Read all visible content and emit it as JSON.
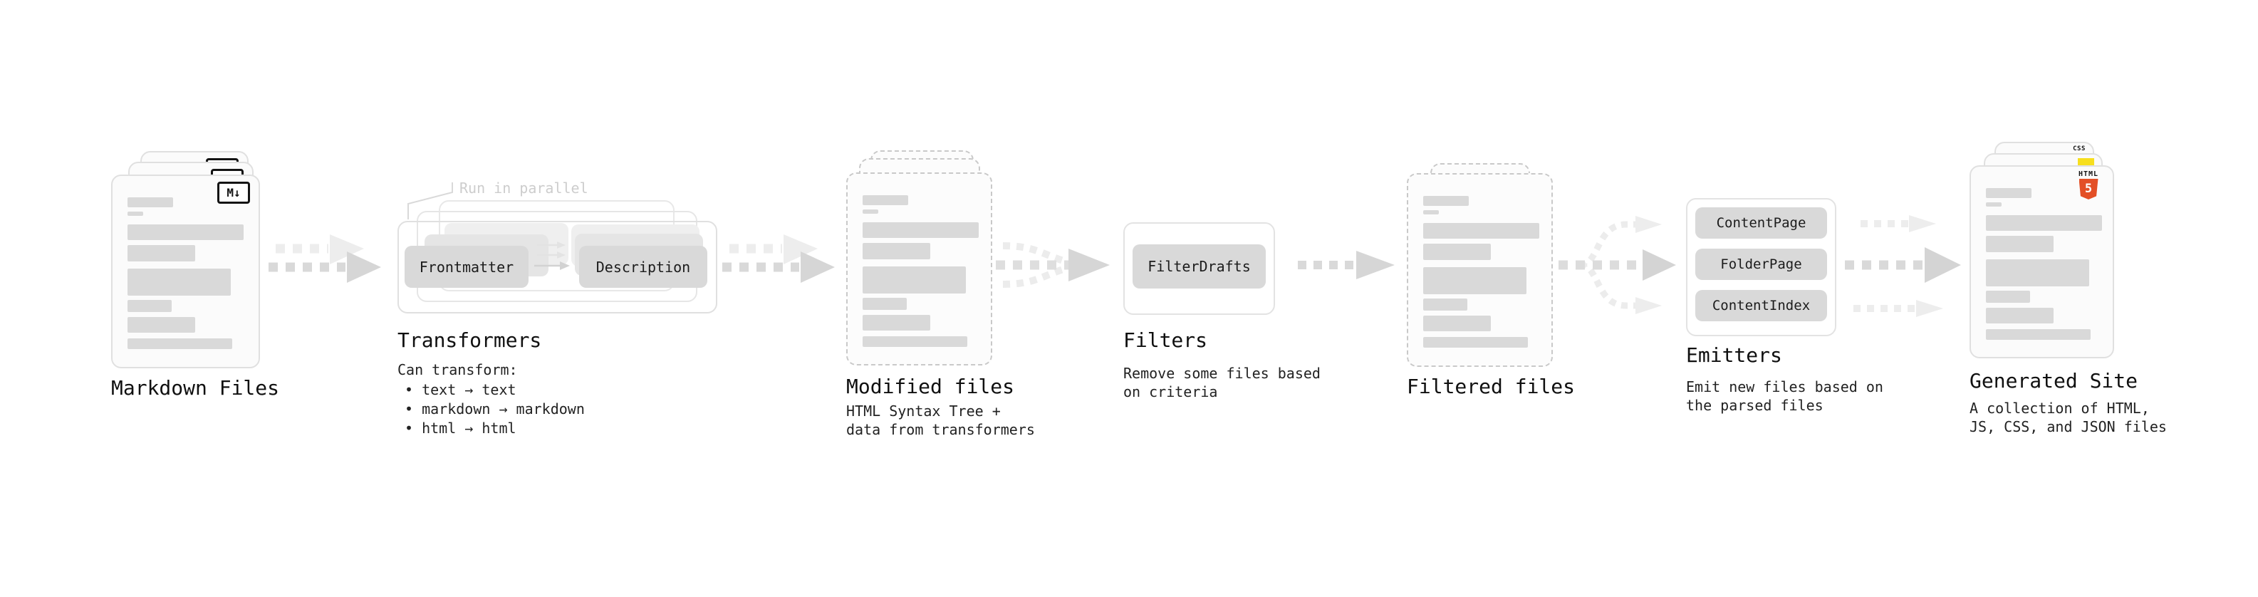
{
  "stages": {
    "markdown": {
      "title": "Markdown Files",
      "badge": "M↓"
    },
    "transformers": {
      "title": "Transformers",
      "callout": "Run in parallel",
      "box_left": "Frontmatter",
      "box_right": "Description",
      "desc_heading": "Can transform:",
      "bullets": [
        "• text → text",
        "• markdown → markdown",
        "• html → html"
      ]
    },
    "modified": {
      "title": "Modified files",
      "desc_line1": "HTML Syntax Tree +",
      "desc_line2": "data from transformers"
    },
    "filters": {
      "title": "Filters",
      "box": "FilterDrafts",
      "desc_line1": "Remove some files based",
      "desc_line2": "on criteria"
    },
    "filtered": {
      "title": "Filtered files"
    },
    "emitters": {
      "title": "Emitters",
      "boxes": [
        "ContentPage",
        "FolderPage",
        "ContentIndex"
      ],
      "desc_line1": "Emit new files based on",
      "desc_line2": "the parsed files"
    },
    "generated": {
      "title": "Generated Site",
      "desc_line1": "A collection of HTML,",
      "desc_line2": "JS, CSS, and JSON files",
      "css_badge": "CSS",
      "html_badge_label": "HTML",
      "html_badge_number": "5"
    }
  },
  "colors": {
    "background": "#ffffff",
    "card_fill": "#fbfbfb",
    "card_border": "#e0e0e0",
    "dashed_border": "#c9c9c9",
    "bar_fill": "#d9d9d9",
    "chip_fill": "#d9d9d9",
    "arrow_dark": "#d6d6d6",
    "arrow_light": "#ededed",
    "muted_text": "#cdcdcd",
    "title_text": "#101010",
    "body_text": "#222222",
    "html5_orange": "#e34f26",
    "js_yellow": "#f7df1e",
    "css_blue": "#2965f1"
  }
}
